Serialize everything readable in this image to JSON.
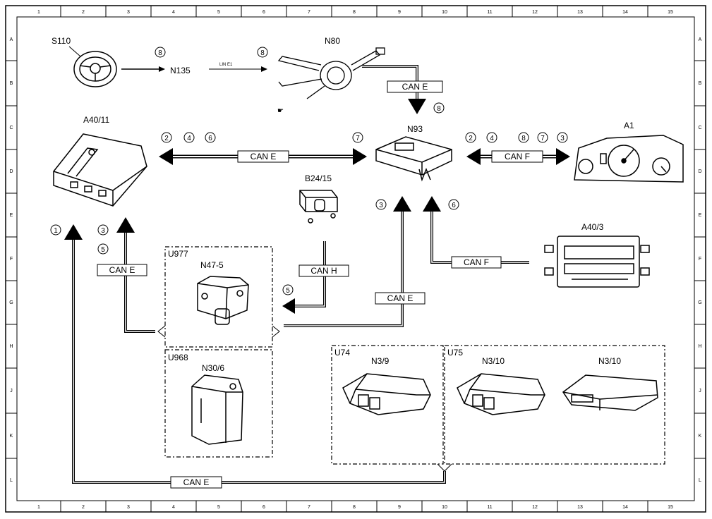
{
  "grid": {
    "columns": [
      "1",
      "2",
      "3",
      "4",
      "5",
      "6",
      "7",
      "8",
      "9",
      "10",
      "11",
      "12",
      "13",
      "14",
      "15"
    ],
    "rows": [
      "A",
      "B",
      "C",
      "D",
      "E",
      "F",
      "G",
      "H",
      "J",
      "K",
      "L"
    ]
  },
  "components": {
    "s110": "S110",
    "n135": "N135",
    "n80": "N80",
    "a40_11": "A40/11",
    "n93": "N93",
    "a1": "A1",
    "b24_15": "B24/15",
    "a40_3": "A40/3",
    "u977": "U977",
    "n47_5": "N47-5",
    "u968": "U968",
    "n30_6": "N30/6",
    "u74": "U74",
    "n3_9": "N3/9",
    "u75": "U75",
    "n3_10_a": "N3/10",
    "n3_10_b": "N3/10"
  },
  "buses": {
    "lin_e1": "LIN E1",
    "can_e_n80": "CAN E",
    "can_e_a40": "CAN E",
    "can_f_a1": "CAN F",
    "can_h": "CAN H",
    "can_f_a40_3": "CAN F",
    "can_e_left": "CAN E",
    "can_e_mid": "CAN E",
    "can_e_bottom": "CAN E"
  },
  "markers": {
    "s110_n135": "8",
    "n135_n80": "8",
    "n93_top": "8",
    "a40_left_2": "2",
    "a40_left_4": "4",
    "a40_left_6": "6",
    "n93_left_7": "7",
    "a1_2": "2",
    "a1_4": "4",
    "a1_8": "8",
    "a1_7": "7",
    "a1_3": "3",
    "n93_up_3": "3",
    "n93_up_6": "6",
    "left_1": "1",
    "left_3": "3",
    "left_5": "5",
    "canh_5": "5"
  }
}
